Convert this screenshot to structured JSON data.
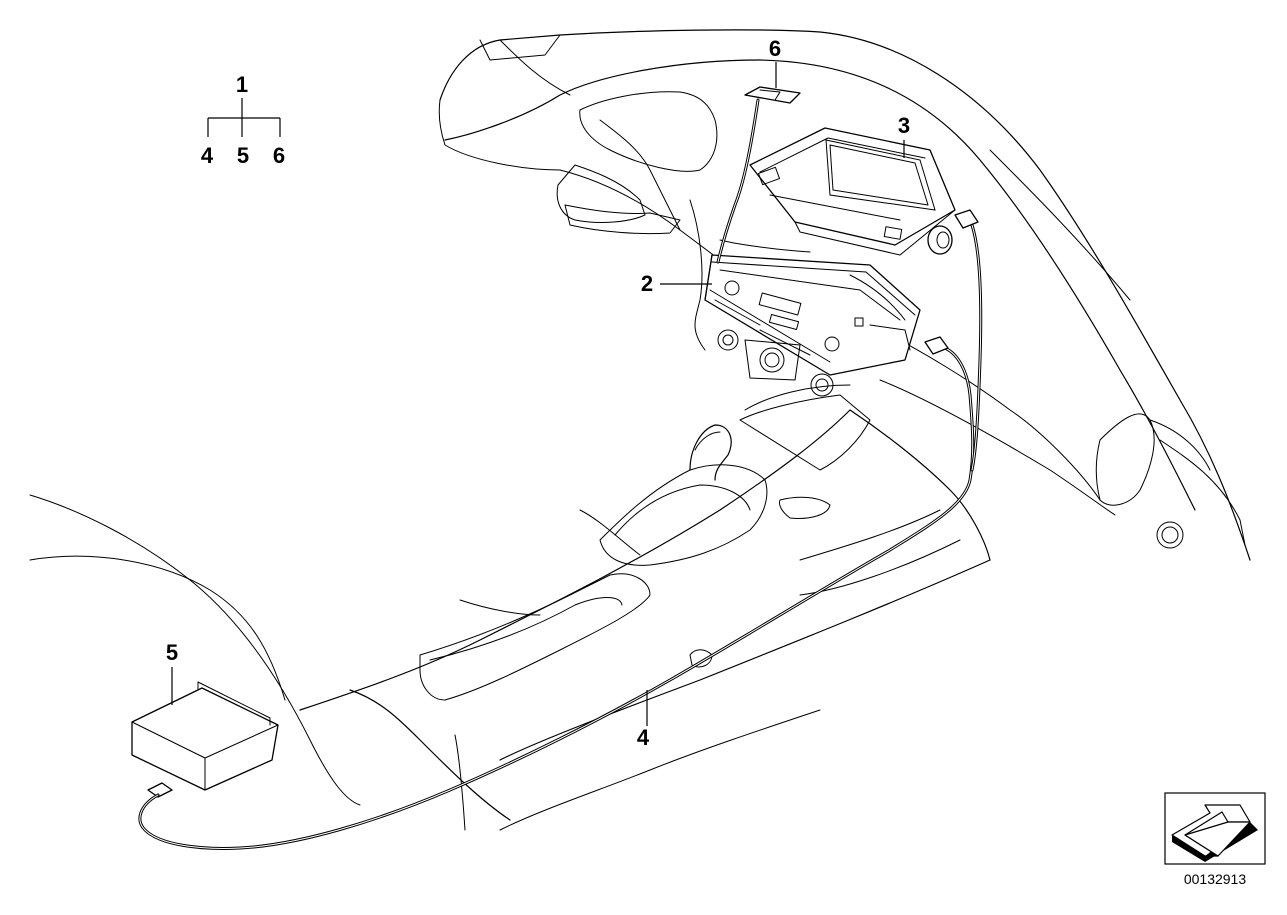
{
  "diagram": {
    "hierarchy": {
      "parent": "1",
      "children": [
        "4",
        "5",
        "6"
      ]
    },
    "callouts": {
      "antenna": "6",
      "display": "3",
      "radio_unit": "2",
      "cable": "4",
      "control_box": "5"
    },
    "reference_number": "00132913"
  }
}
